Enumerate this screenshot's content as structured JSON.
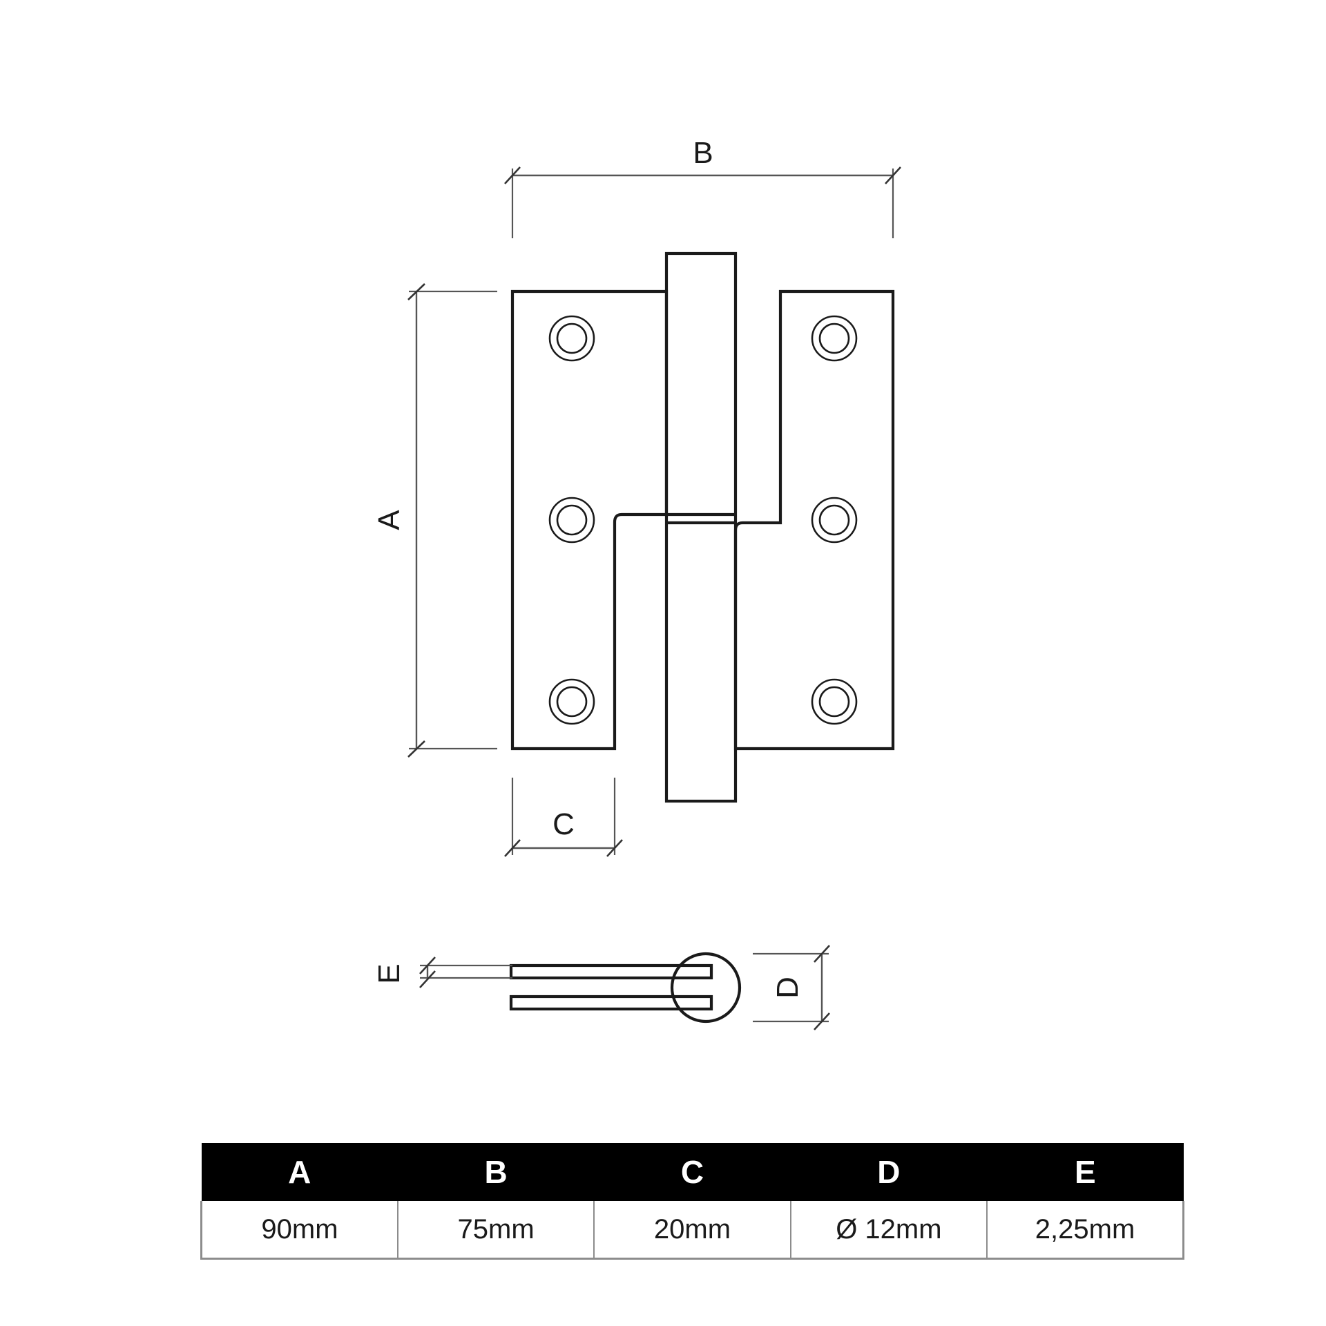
{
  "drawing": {
    "title_labels": {
      "B": "B",
      "A": "A",
      "C": "C",
      "D": "D",
      "E": "E"
    },
    "views": {
      "front_view_name": "hinge-front-view",
      "side_view_name": "hinge-side-profile-view"
    },
    "features": {
      "screw_hole_count": 6,
      "leaf_count": 2,
      "knuckle": "pin-knuckle"
    },
    "colors": {
      "line": "#1a1a1a",
      "dimension_line": "#555555",
      "background": "#ffffff",
      "table_header_bg": "#000000",
      "table_header_fg": "#ffffff",
      "table_border": "#8c8c8c"
    }
  },
  "spec_table": {
    "headers": [
      "A",
      "B",
      "C",
      "D",
      "E"
    ],
    "values": [
      "90mm",
      "75mm",
      "20mm",
      "Ø 12mm",
      "2,25mm"
    ]
  },
  "chart_data": {
    "type": "table",
    "title": "",
    "categories": [
      "A",
      "B",
      "C",
      "D",
      "E"
    ],
    "values": [
      "90mm",
      "75mm",
      "20mm",
      "Ø 12mm",
      "2,25mm"
    ],
    "annotations": [
      {
        "label": "A",
        "meaning": "overall-height",
        "value": "90mm"
      },
      {
        "label": "B",
        "meaning": "overall-width",
        "value": "75mm"
      },
      {
        "label": "C",
        "meaning": "leaf-width",
        "value": "20mm"
      },
      {
        "label": "D",
        "meaning": "knuckle-diameter",
        "value": "Ø 12mm"
      },
      {
        "label": "E",
        "meaning": "leaf-thickness",
        "value": "2,25mm"
      }
    ]
  }
}
